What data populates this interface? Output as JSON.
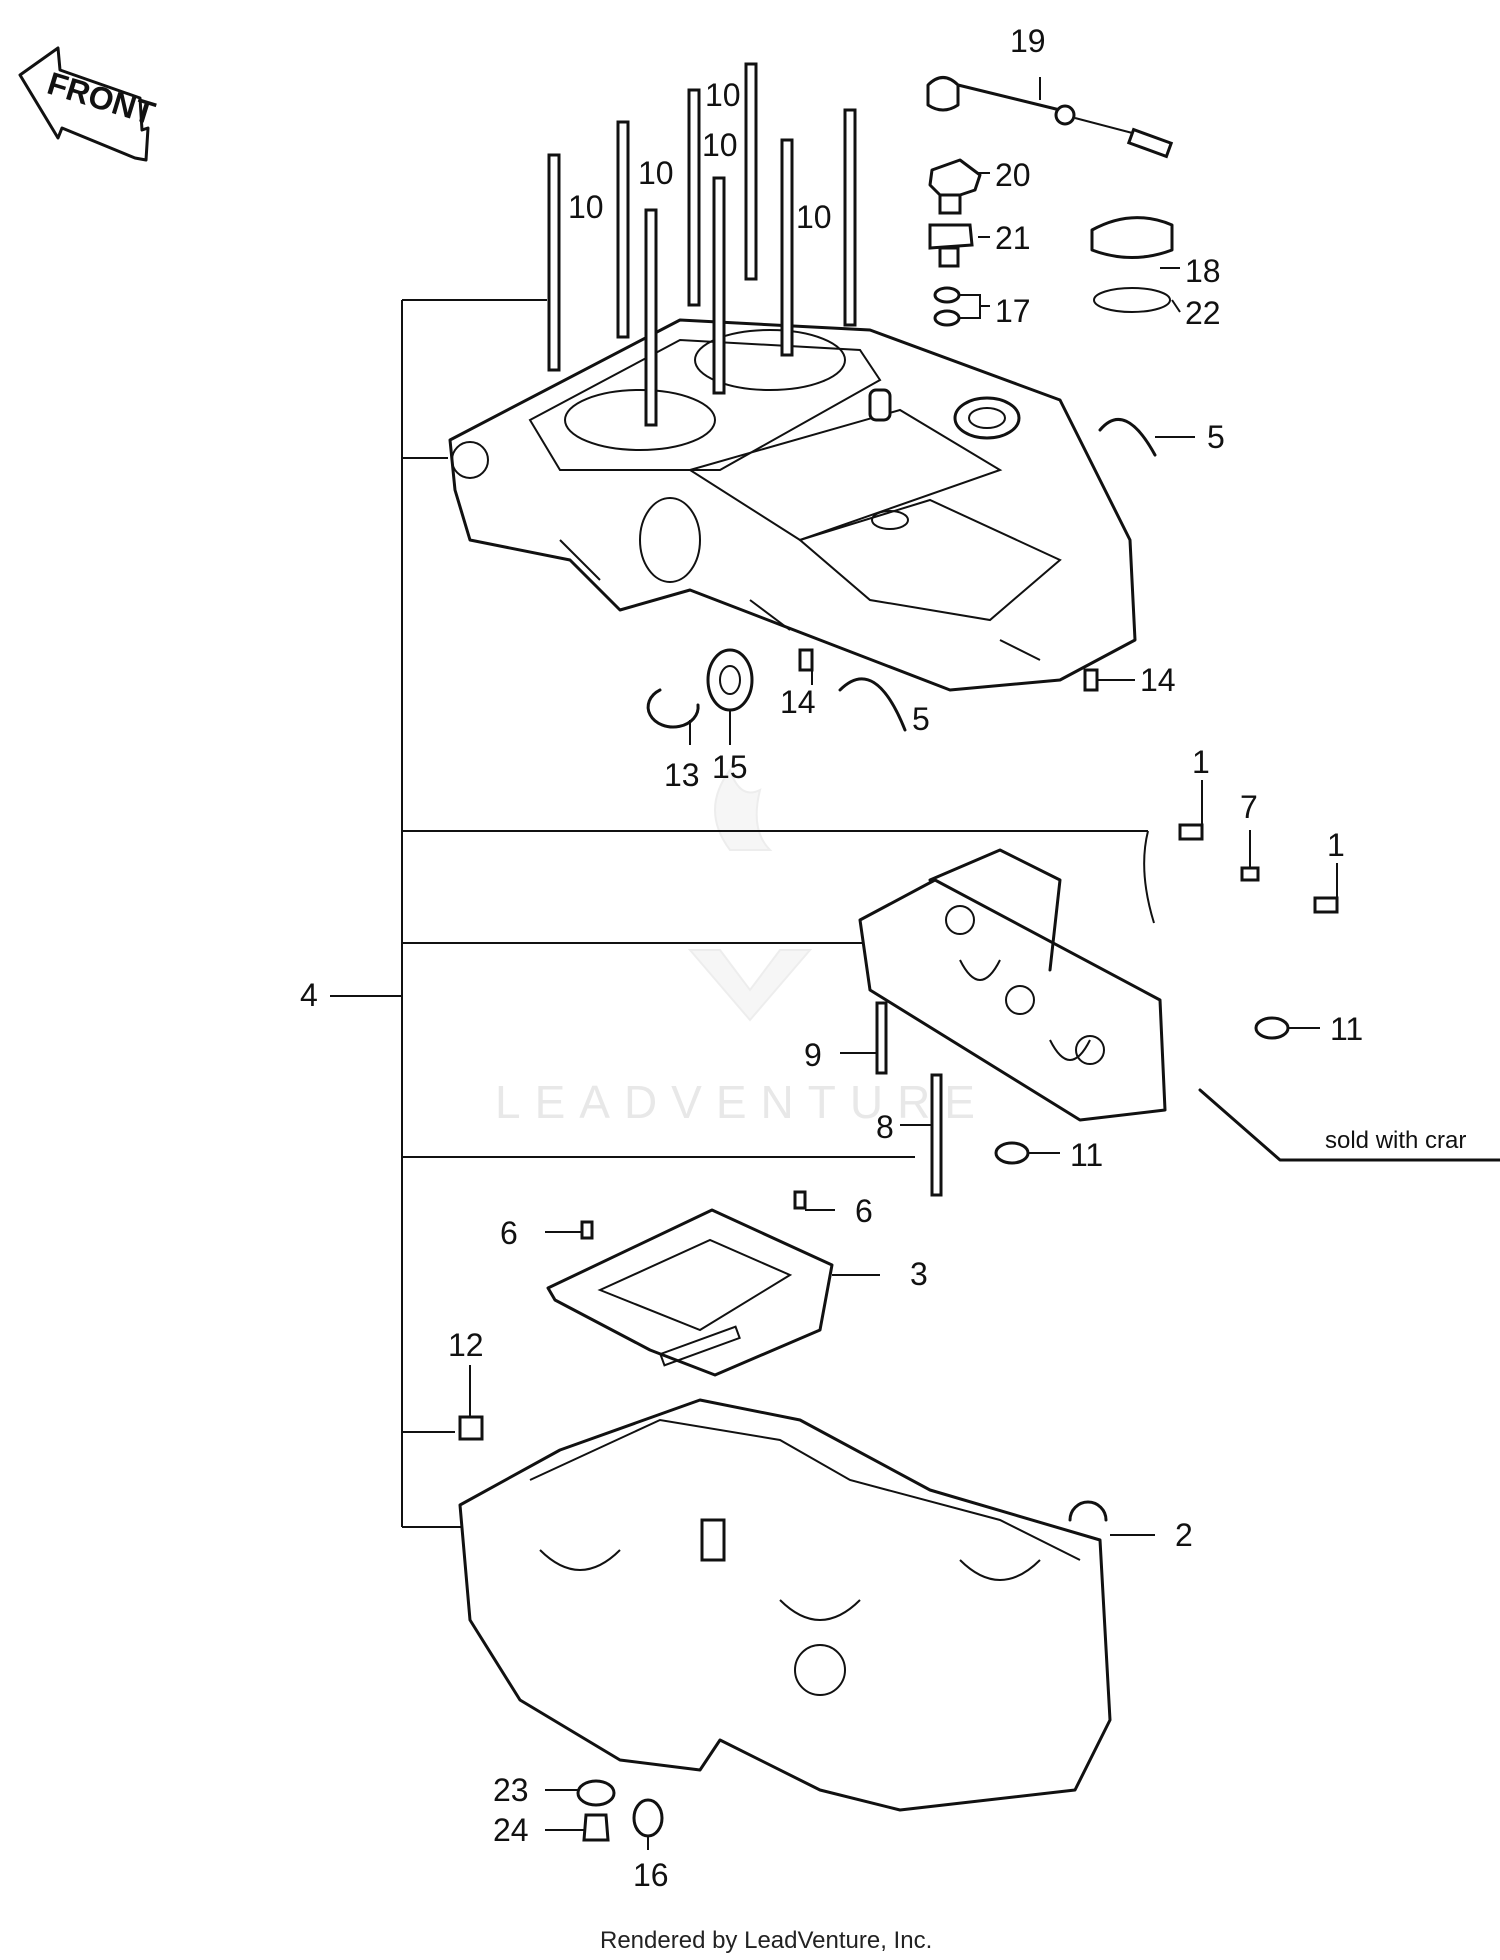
{
  "front_badge": "FRONT",
  "callouts": {
    "c19": "19",
    "c20": "20",
    "c21": "21",
    "c17": "17",
    "c18": "18",
    "c22": "22",
    "c10a": "10",
    "c10b": "10",
    "c10c": "10",
    "c10d": "10",
    "c10e": "10",
    "c5a": "5",
    "c5b": "5",
    "c14a": "14",
    "c14b": "14",
    "c13": "13",
    "c15": "15",
    "c1a": "1",
    "c1b": "1",
    "c7": "7",
    "c4": "4",
    "c11a": "11",
    "c11b": "11",
    "c9": "9",
    "c8": "8",
    "c6a": "6",
    "c6b": "6",
    "c3": "3",
    "c12": "12",
    "c2": "2",
    "c23": "23",
    "c24": "24",
    "c16": "16"
  },
  "note_text": "sold with crar",
  "watermark": "LEADVENTURE",
  "footer": "Rendered by LeadVenture, Inc."
}
